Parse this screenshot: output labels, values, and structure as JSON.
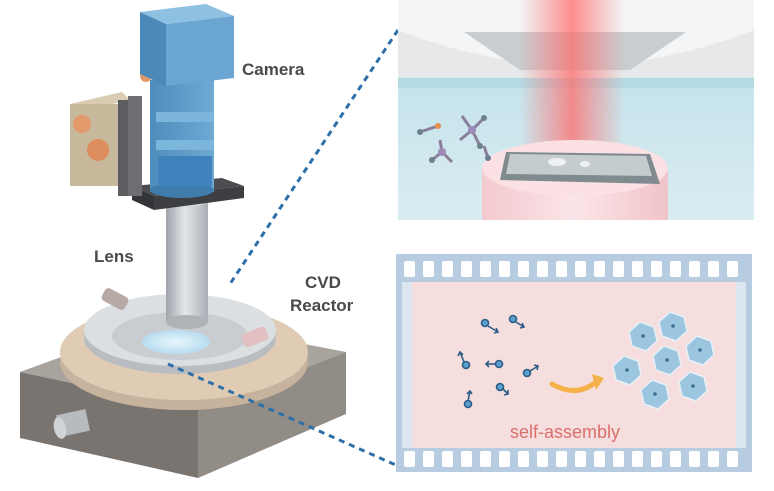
{
  "labels": {
    "camera": "Camera",
    "lens": "Lens",
    "reactor_line1": "CVD",
    "reactor_line2": "Reactor"
  },
  "film_panel": {
    "caption": "self-assembly"
  },
  "colors": {
    "camera_blue": "#5b9bc8",
    "lens_gray": "#c4c8cc",
    "base_gray": "#8e8883",
    "reactor_tan": "#d9c4ae",
    "dashed_line": "#2d6fa8",
    "film_pink": "#f6dede",
    "film_strip_blue": "#b7cce0",
    "laser_red": "#ff7a7a",
    "chamber_teal": "#cfe6ec",
    "hexagon_blue": "#9cc5df",
    "arrow_orange": "#f5b14a"
  },
  "icons": {
    "particle": "dot-arrow-icon",
    "assembly_arrow": "curved-arrow-icon",
    "crystal": "hexagon-icon"
  }
}
